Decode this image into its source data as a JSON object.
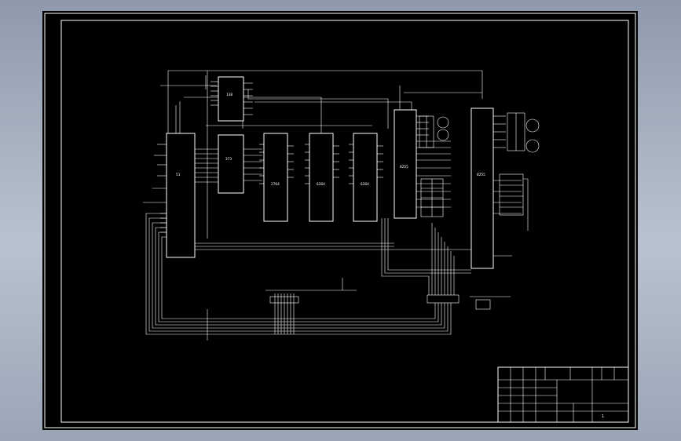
{
  "chips": [
    {
      "id": "u-decoder",
      "label": "138"
    },
    {
      "id": "u-cpu",
      "label": "51"
    },
    {
      "id": "u-latch",
      "label": "373"
    },
    {
      "id": "u-mem-1",
      "label": "2764"
    },
    {
      "id": "u-mem-2",
      "label": "6264"
    },
    {
      "id": "u-mem-3",
      "label": "6264"
    },
    {
      "id": "u-ppi-1",
      "label": "8255"
    },
    {
      "id": "u-ppi-2",
      "label": "8255"
    }
  ],
  "title_block": {
    "name_cell": "",
    "material_cell": "",
    "scale_cell": "",
    "ratio_cell": "",
    "drawing_title": "",
    "drawing_no": "",
    "sheet_cell": "1"
  }
}
